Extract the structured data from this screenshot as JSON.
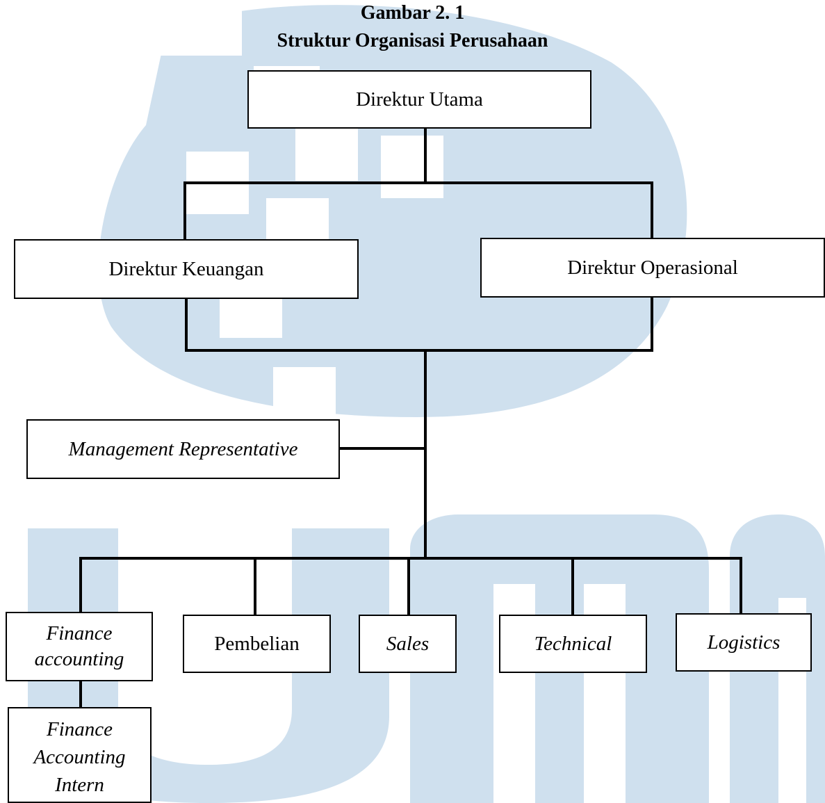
{
  "title_line1": "Gambar 2. 1",
  "title_line2": "Struktur Organisasi Perusahaan",
  "watermark": {
    "color": "#cfe0ee",
    "letters": "UMN"
  },
  "nodes": {
    "direktur_utama": "Direktur Utama",
    "direktur_keuangan": "Direktur Keuangan",
    "direktur_operasional": "Direktur Operasional",
    "management_representative": "Management Representative",
    "finance_accounting": [
      "Finance",
      "accounting"
    ],
    "pembelian": "Pembelian",
    "sales": "Sales",
    "technical": "Technical",
    "logistics": "Logistics",
    "finance_accounting_intern": [
      "Finance",
      "Accounting",
      "Intern"
    ]
  }
}
